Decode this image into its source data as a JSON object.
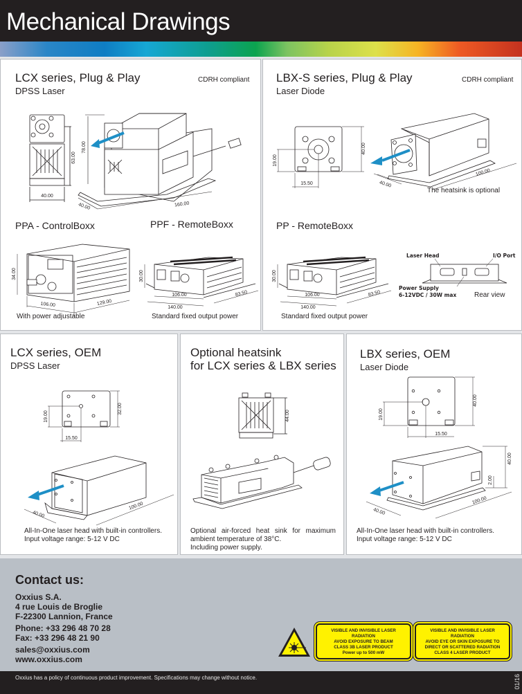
{
  "header": {
    "title": "Mechanical Drawings"
  },
  "panels": {
    "lcx_plug": {
      "title": "LCX series, Plug & Play",
      "subtitle": "DPSS Laser",
      "badge": "CDRH compliant",
      "dims": {
        "front_height": "63.00",
        "front_width": "40.00",
        "iso_height": "78.00",
        "iso_length": "160.00",
        "iso_width": "40.00"
      }
    },
    "lbxs_plug": {
      "title": "LBX-S series, Plug & Play",
      "subtitle": "Laser Diode",
      "badge": "CDRH compliant",
      "dims": {
        "front_height": "40.00",
        "center_height": "19.00",
        "center_offset": "15.50",
        "iso_length": "100.00",
        "iso_width": "40.00"
      },
      "caption": "The heatsink is optional"
    },
    "ppa": {
      "title": "PPA - ControlBoxx",
      "caption": "With power adjustable",
      "dims": {
        "height": "34.00",
        "width": "106.00",
        "depth": "129.00"
      }
    },
    "ppf": {
      "title": "PPF - RemoteBoxx",
      "caption": "Standard fixed output power",
      "dims": {
        "height": "30.00",
        "inner_width": "106.00",
        "outer_width": "140.00",
        "depth": "83.50"
      }
    },
    "pp": {
      "title": "PP - RemoteBoxx",
      "caption": "Standard fixed output power",
      "dims": {
        "height": "30.00",
        "inner_width": "106.00",
        "outer_width": "140.00",
        "depth": "83.50"
      },
      "rear": {
        "laser_head": "Laser Head",
        "io_port": "I/O Port",
        "power_supply_line1": "Power Supply",
        "power_supply_line2": "6-12VDC / 30W max",
        "rear_view": "Rear view"
      }
    },
    "lcx_oem": {
      "title": "LCX series, OEM",
      "subtitle": "DPSS Laser",
      "dims": {
        "height": "32.00",
        "center_height": "19.00",
        "center_offset": "15.50",
        "iso_length": "100.00",
        "iso_width": "40.00"
      },
      "caption_line1": "All-In-One laser head with built-in controllers.",
      "caption_line2": "Input voltage range: 5-12 V DC"
    },
    "heatsink": {
      "title_line1": "Optional heatsink",
      "title_line2": "for LCX series & LBX series",
      "dims": {
        "height": "44.00"
      },
      "caption_line1": "Optional air-forced heat sink for maximum",
      "caption_line2": "ambient temperature of 38°C.",
      "caption_line3": "Including power supply."
    },
    "lbx_oem": {
      "title": "LBX series, OEM",
      "subtitle": "Laser Diode",
      "dims": {
        "height": "40.00",
        "center_height": "19.00",
        "center_offset": "15.50",
        "iso_height": "40.00",
        "foot": "2.00",
        "iso_length": "100.00",
        "iso_width": "40.00"
      },
      "caption_line1": "All-In-One laser head with built-in controllers.",
      "caption_line2": "Input voltage range: 5-12 V DC"
    }
  },
  "contact": {
    "heading": "Contact us:",
    "company": "Oxxius S.A.",
    "street": "4 rue Louis de Broglie",
    "city": "F-22300 Lannion, France",
    "phone": "Phone: +33 296 48 70 28",
    "fax": "Fax: +33 296 48 21 90",
    "email": "sales@oxxius.com",
    "web": "www.oxxius.com"
  },
  "warnings": [
    {
      "lines": [
        "VISIBLE AND INVISIBLE LASER",
        "RADIATION",
        "AVOID EXPOSURE TO BEAM",
        "CLASS 3B LASER PRODUCT",
        "Power up to 500 mW"
      ]
    },
    {
      "lines": [
        "VISIBLE AND INVISIBLE LASER",
        "RADIATION",
        "AVOID EYE OR SKIN EXPOSURE TO",
        "DIRECT OR SCATTERED RADIATION",
        "CLASS 4 LASER PRODUCT"
      ]
    }
  ],
  "footer": {
    "note": "Oxxius has a policy of continuous product improvement. Specifications may change without notice.",
    "version": "01/16"
  },
  "colors": {
    "header_bg": "#231f20",
    "contact_bg": "#b9bfc6",
    "beam_arrow": "#1e8fc6",
    "warning_yellow": "#fff200"
  }
}
